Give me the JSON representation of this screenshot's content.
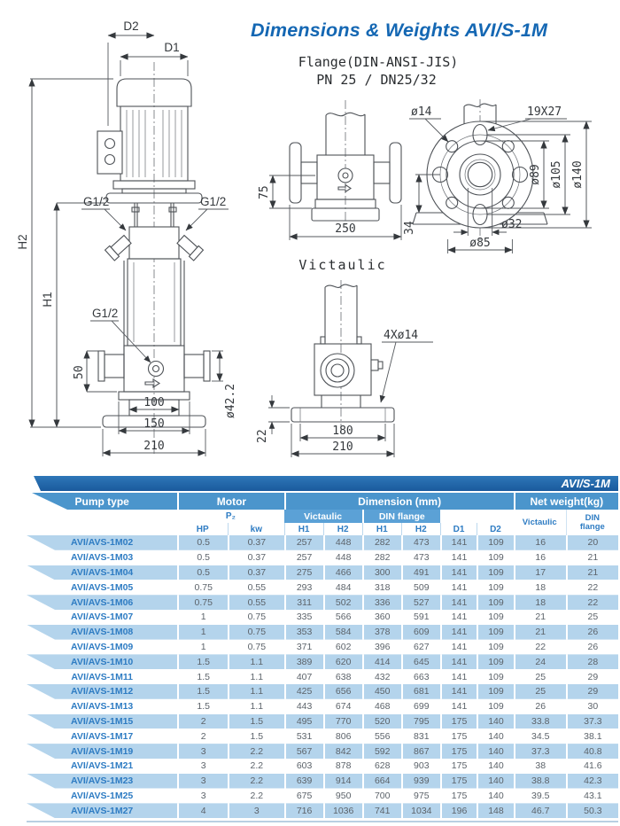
{
  "title": "Dimensions & Weights AVI/S-1M",
  "drawings": {
    "pump_front": {
      "d2": "D2",
      "d1": "D1",
      "h2": "H2",
      "h1": "H1",
      "g12_left": "G1/2",
      "g12_right": "G1/2",
      "g12_drain": "G1/2",
      "dim_50": "50",
      "dim_100": "100",
      "dim_150": "150",
      "dim_210": "210",
      "dia_42": "ø42.2"
    },
    "flange": {
      "heading_line1": "Flange(DIN-ANSI-JIS)",
      "heading_line2": "PN 25 / DN25/32",
      "dim_75": "75",
      "dim_250": "250",
      "dia_14": "ø14",
      "slot_19x27": "19X27",
      "dia_89": "ø89",
      "dia_105": "ø105",
      "dia_140": "ø140",
      "dia_32": "ø32",
      "dia_85": "ø85",
      "dim_34": "34"
    },
    "victaulic": {
      "heading": "Victaulic",
      "holes_4x14": "4Xø14",
      "dim_22": "22",
      "dim_180": "180",
      "dim_210": "210"
    }
  },
  "table": {
    "series_badge": "AVI/S-1M",
    "group_headers": {
      "pump_type": "Pump type",
      "motor": "Motor",
      "dimension": "Dimension (mm)",
      "net_weight": "Net weight(kg)"
    },
    "sub_headers": {
      "p2": "P₂",
      "victaulic": "Victaulic",
      "din_flange": "DIN flange",
      "net_victaulic": "Victaulic",
      "net_din": "DIN\nflange"
    },
    "col_headers": {
      "hp": "HP",
      "kw": "kw",
      "h1_v": "H1",
      "h2_v": "H2",
      "h1_d": "H1",
      "h2_d": "H2",
      "d1": "D1",
      "d2": "D2"
    },
    "rows": [
      {
        "model": "AVI/AVS-1M02",
        "cells": [
          "0.5",
          "0.37",
          "257",
          "448",
          "282",
          "473",
          "141",
          "109",
          "16",
          "20"
        ]
      },
      {
        "model": "AVI/AVS-1M03",
        "cells": [
          "0.5",
          "0.37",
          "257",
          "448",
          "282",
          "473",
          "141",
          "109",
          "16",
          "21"
        ]
      },
      {
        "model": "AVI/AVS-1M04",
        "cells": [
          "0.5",
          "0.37",
          "275",
          "466",
          "300",
          "491",
          "141",
          "109",
          "17",
          "21"
        ]
      },
      {
        "model": "AVI/AVS-1M05",
        "cells": [
          "0.75",
          "0.55",
          "293",
          "484",
          "318",
          "509",
          "141",
          "109",
          "18",
          "22"
        ]
      },
      {
        "model": "AVI/AVS-1M06",
        "cells": [
          "0.75",
          "0.55",
          "311",
          "502",
          "336",
          "527",
          "141",
          "109",
          "18",
          "22"
        ]
      },
      {
        "model": "AVI/AVS-1M07",
        "cells": [
          "1",
          "0.75",
          "335",
          "566",
          "360",
          "591",
          "141",
          "109",
          "21",
          "25"
        ]
      },
      {
        "model": "AVI/AVS-1M08",
        "cells": [
          "1",
          "0.75",
          "353",
          "584",
          "378",
          "609",
          "141",
          "109",
          "21",
          "26"
        ]
      },
      {
        "model": "AVI/AVS-1M09",
        "cells": [
          "1",
          "0.75",
          "371",
          "602",
          "396",
          "627",
          "141",
          "109",
          "22",
          "26"
        ]
      },
      {
        "model": "AVI/AVS-1M10",
        "cells": [
          "1.5",
          "1.1",
          "389",
          "620",
          "414",
          "645",
          "141",
          "109",
          "24",
          "28"
        ]
      },
      {
        "model": "AVI/AVS-1M11",
        "cells": [
          "1.5",
          "1.1",
          "407",
          "638",
          "432",
          "663",
          "141",
          "109",
          "25",
          "29"
        ]
      },
      {
        "model": "AVI/AVS-1M12",
        "cells": [
          "1.5",
          "1.1",
          "425",
          "656",
          "450",
          "681",
          "141",
          "109",
          "25",
          "29"
        ]
      },
      {
        "model": "AVI/AVS-1M13",
        "cells": [
          "1.5",
          "1.1",
          "443",
          "674",
          "468",
          "699",
          "141",
          "109",
          "26",
          "30"
        ]
      },
      {
        "model": "AVI/AVS-1M15",
        "cells": [
          "2",
          "1.5",
          "495",
          "770",
          "520",
          "795",
          "175",
          "140",
          "33.8",
          "37.3"
        ]
      },
      {
        "model": "AVI/AVS-1M17",
        "cells": [
          "2",
          "1.5",
          "531",
          "806",
          "556",
          "831",
          "175",
          "140",
          "34.5",
          "38.1"
        ]
      },
      {
        "model": "AVI/AVS-1M19",
        "cells": [
          "3",
          "2.2",
          "567",
          "842",
          "592",
          "867",
          "175",
          "140",
          "37.3",
          "40.8"
        ]
      },
      {
        "model": "AVI/AVS-1M21",
        "cells": [
          "3",
          "2.2",
          "603",
          "878",
          "628",
          "903",
          "175",
          "140",
          "38",
          "41.6"
        ]
      },
      {
        "model": "AVI/AVS-1M23",
        "cells": [
          "3",
          "2.2",
          "639",
          "914",
          "664",
          "939",
          "175",
          "140",
          "38.8",
          "42.3"
        ]
      },
      {
        "model": "AVI/AVS-1M25",
        "cells": [
          "3",
          "2.2",
          "675",
          "950",
          "700",
          "975",
          "175",
          "140",
          "39.5",
          "43.1"
        ]
      },
      {
        "model": "AVI/AVS-1M27",
        "cells": [
          "4",
          "3",
          "716",
          "1036",
          "741",
          "1034",
          "196",
          "148",
          "46.7",
          "50.3"
        ]
      }
    ]
  },
  "colors": {
    "title_blue": "#1467b3",
    "bar_dark": "#1f63a6",
    "header_blue": "#4b95cc",
    "band_blue": "#5ba1d6",
    "row_shade": "#b4d4ec",
    "model_text": "#2e7cc3"
  }
}
